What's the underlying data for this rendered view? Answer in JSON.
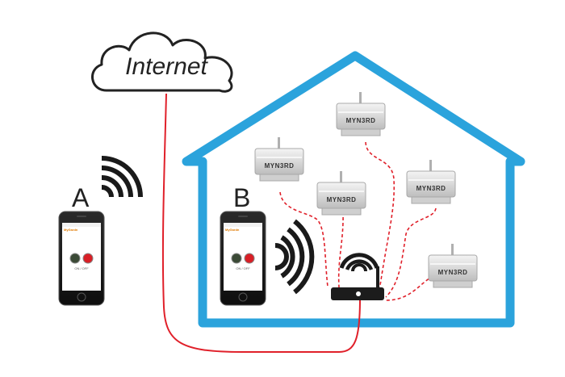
{
  "cloud": {
    "label": "Internet"
  },
  "phones": [
    {
      "letter": "A",
      "app_name": "MyGardn",
      "status_text": "ON / OFF"
    },
    {
      "letter": "B",
      "app_name": "MyGardn",
      "status_text": "ON / OFF"
    }
  ],
  "device_brand": "MYN3RD",
  "colors": {
    "house": "#2ba3dc",
    "cable": "#e0202a",
    "wifi": "#1a1a1a",
    "router": "#1c1c1c",
    "device_body": "#d9d9d9"
  },
  "icons": [
    "cloud-icon",
    "wifi-icon",
    "smartphone-icon",
    "router-icon",
    "sensor-device-icon"
  ]
}
